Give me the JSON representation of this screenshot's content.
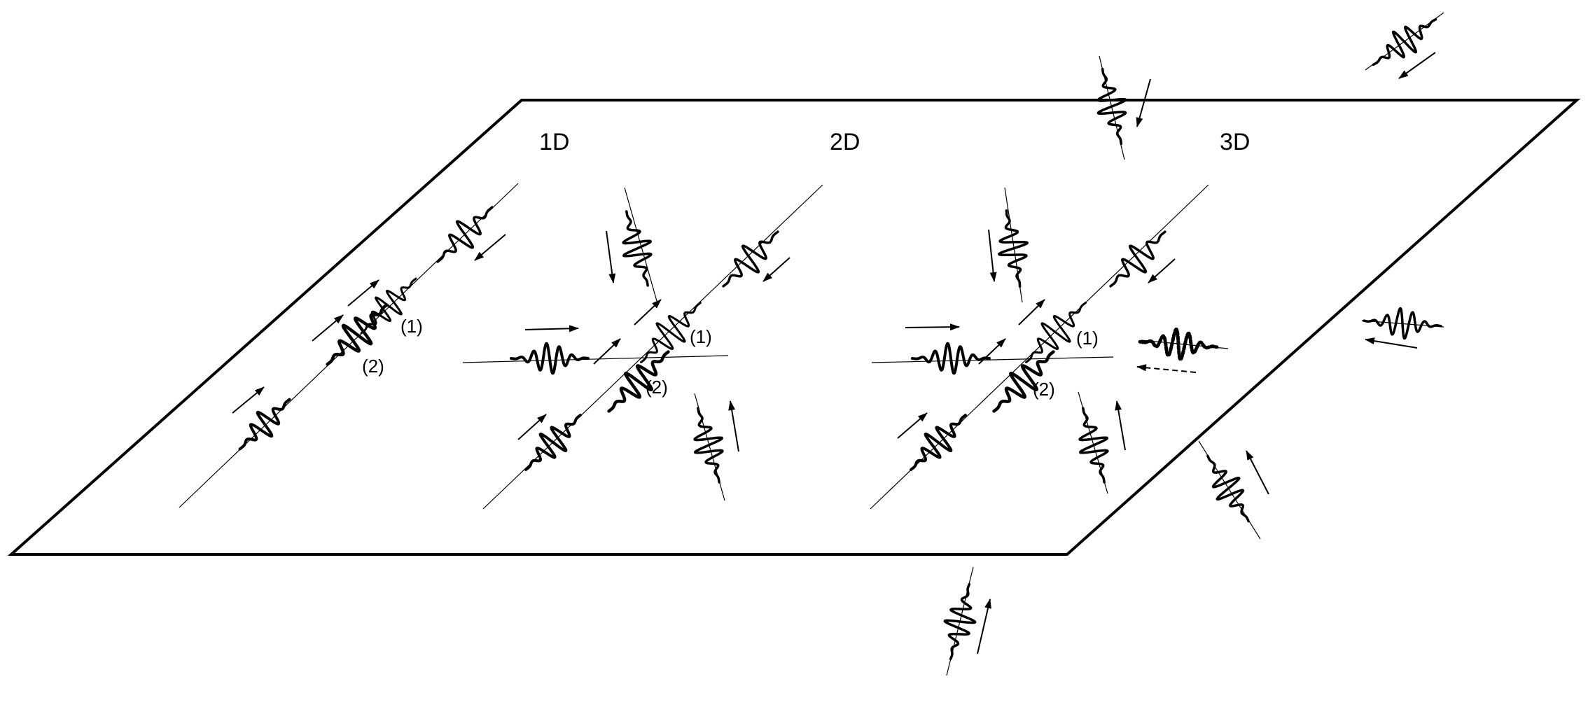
{
  "panels": [
    {
      "id": "1d",
      "title": "1D"
    },
    {
      "id": "2d",
      "title": "2D"
    },
    {
      "id": "3d",
      "title": "3D"
    }
  ],
  "pulse_labels": {
    "one": "(1)",
    "two": "(2)"
  },
  "colors": {
    "ink": "#000000",
    "background": "#ffffff"
  }
}
